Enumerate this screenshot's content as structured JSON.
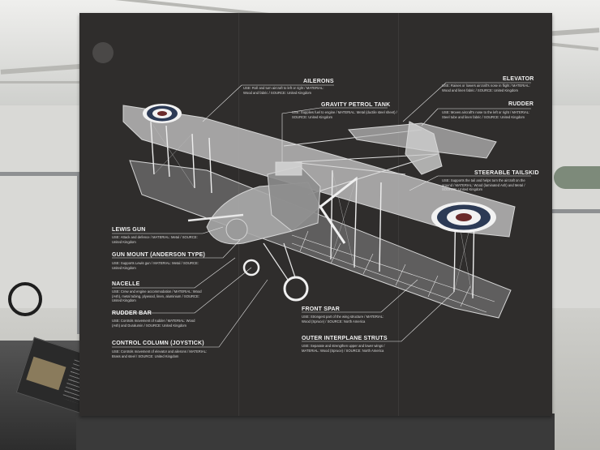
{
  "labels": {
    "ailerons": {
      "title": "AILERONS",
      "desc": "USE: Roll and turn aircraft to left or right / MATERIAL: Wood and fabric / SOURCE: United Kingdom"
    },
    "elevator": {
      "title": "ELEVATOR",
      "desc": "USE: Raises or lowers aircraft's nose in flight / MATERIAL: Wood and linen fabric / SOURCE: United Kingdom"
    },
    "gravity_tank": {
      "title": "GRAVITY PETROL TANK",
      "desc": "USE: Supplies fuel to engine / MATERIAL: Metal (ductile steel sheet) / SOURCE: United Kingdom"
    },
    "rudder": {
      "title": "RUDDER",
      "desc": "USE: Moves aircraft's nose to the left or right / MATERIAL: Steel tube and linen fabric / SOURCE: United Kingdom"
    },
    "tailskid": {
      "title": "STEERABLE TAILSKID",
      "desc": "USE: Supports the tail and helps turn the aircraft on the ground / MATERIAL: Wood (laminated Ash) and Metal / SOURCE: United Kingdom"
    },
    "lewis_gun": {
      "title": "LEWIS GUN",
      "desc": "USE: Attack and defence / MATERIAL: Metal / SOURCE: United Kingdom"
    },
    "gun_mount": {
      "title": "GUN MOUNT (ANDERSON TYPE)",
      "desc": "USE: Supports Lewis gun / MATERIAL: Metal / SOURCE: United Kingdom"
    },
    "nacelle": {
      "title": "NACELLE",
      "desc": "USE: Crew and engine accommodation / MATERIAL: Wood (Ash), metal tubing, plywood, linen, aluminium / SOURCE: United Kingdom"
    },
    "rudder_bar": {
      "title": "RUDDER BAR",
      "desc": "USE: Controls movement of rudder / MATERIAL: Wood (Ash) and Duralumin / SOURCE: United Kingdom"
    },
    "control_column": {
      "title": "CONTROL COLUMN (JOYSTICK)",
      "desc": "USE: Controls movement of elevator and ailerons / MATERIAL: Brass and steel / SOURCE: United Kingdom"
    },
    "front_spar": {
      "title": "FRONT SPAR",
      "desc": "USE: Strongest part of the wing structure / MATERIAL: Wood (Spruce) / SOURCE: North America"
    },
    "outer_struts": {
      "title": "OUTER INTERPLANE STRUTS",
      "desc": "USE: Separate and strengthen upper and lower wings / MATERIAL: Wood (Spruce) / SOURCE: North America"
    }
  },
  "colors": {
    "board": "#2f2d2c",
    "text": "#f2f2f2",
    "roundel_blue": "#2c3a55",
    "roundel_red": "#6b2b2b"
  }
}
